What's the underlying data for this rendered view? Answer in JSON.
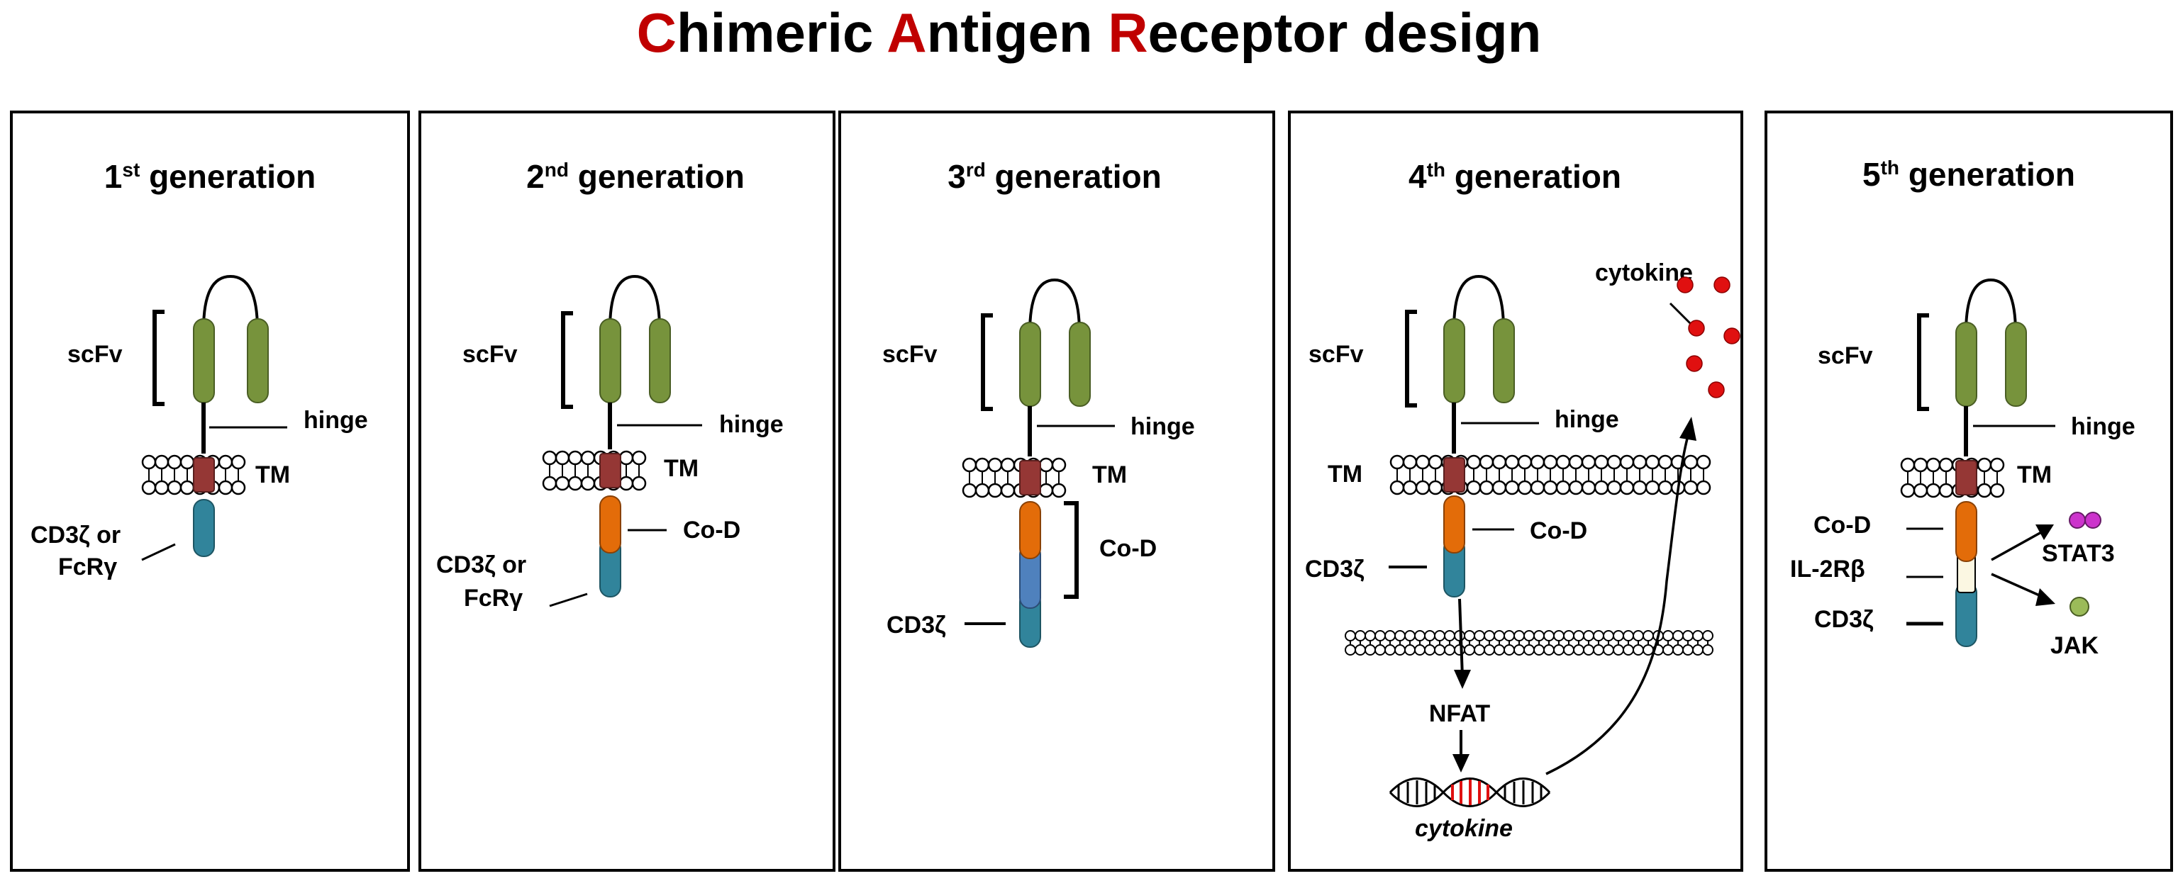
{
  "title": {
    "segments": [
      {
        "text": "C",
        "highlight": true
      },
      {
        "text": "himeric ",
        "highlight": false
      },
      {
        "text": "A",
        "highlight": true
      },
      {
        "text": "ntigen ",
        "highlight": false
      },
      {
        "text": "R",
        "highlight": true
      },
      {
        "text": "eceptor design",
        "highlight": false
      }
    ]
  },
  "colors": {
    "highlight": "#c00000",
    "scfv_green": "#77933c",
    "tm_brown": "#953735",
    "cd3z_teal": "#31849b",
    "cod_orange": "#e36c09",
    "cod_blue": "#4f81bd",
    "cytokine_red": "#e01010",
    "stat3_magenta": "#cc33cc",
    "jak_green": "#9bbb59"
  },
  "panels": [
    {
      "num": "1",
      "sup": "st",
      "word": "generation",
      "labels": {
        "scfv": "scFv",
        "hinge": "hinge",
        "tm": "TM",
        "sig1": "CD3ζ or",
        "sig2": "FcRγ"
      }
    },
    {
      "num": "2",
      "sup": "nd",
      "word": "generation",
      "labels": {
        "scfv": "scFv",
        "hinge": "hinge",
        "tm": "TM",
        "cod": "Co-D",
        "sig1": "CD3ζ or",
        "sig2": "FcRγ"
      }
    },
    {
      "num": "3",
      "sup": "rd",
      "word": "generation",
      "labels": {
        "scfv": "scFv",
        "hinge": "hinge",
        "tm": "TM",
        "cod": "Co-D",
        "cd3z": "CD3ζ"
      }
    },
    {
      "num": "4",
      "sup": "th",
      "word": "generation",
      "labels": {
        "scfv": "scFv",
        "hinge": "hinge",
        "tm": "TM",
        "cod": "Co-D",
        "cd3z": "CD3ζ",
        "cytokine": "cytokine",
        "nfat": "NFAT",
        "gene": "cytokine"
      }
    },
    {
      "num": "5",
      "sup": "th",
      "word": "generation",
      "labels": {
        "scfv": "scFv",
        "hinge": "hinge",
        "tm": "TM",
        "cod": "Co-D",
        "il2rb": "IL-2Rβ",
        "cd3z": "CD3ζ",
        "stat3": "STAT3",
        "jak": "JAK"
      }
    }
  ]
}
